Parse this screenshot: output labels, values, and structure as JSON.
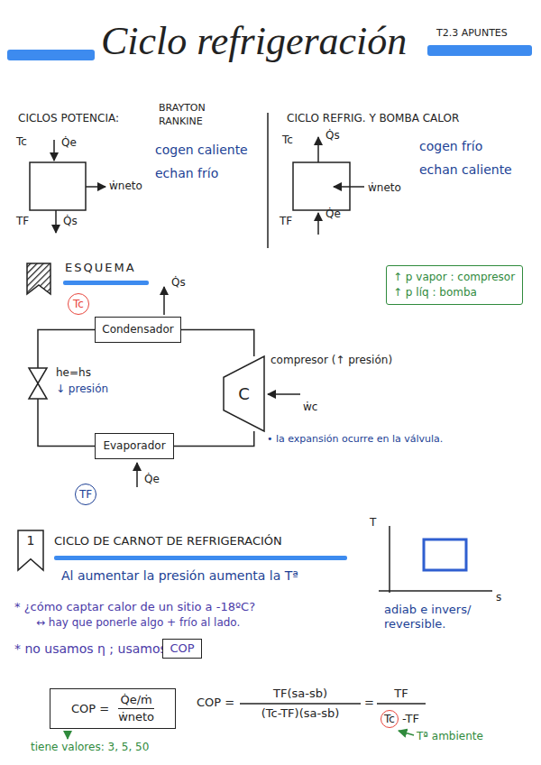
{
  "diagram": {
    "title": "Ciclo refrigeración",
    "nodes": [
      {
        "text": [
          "↑ p vapor : compresor",
          "↑ p líq : bomba"
        ]
      },
      {
        "text": [
          "Tc"
        ]
      },
      {
        "text": [
          "Condensador"
        ]
      },
      {
        "text": [
          "C"
        ]
      },
      {
        "text": [
          "Evaporador"
        ]
      },
      {
        "text": [
          "TF"
        ]
      },
      {
        "text": [
          "1"
        ]
      },
      {
        "text": [
          "COP"
        ]
      },
      {
        "text": [
          "COP =",
          "Q̇e/ṁ",
          "ẇneto"
        ]
      },
      {
        "text": [
          "Tc"
        ]
      }
    ],
    "edges": [
      {
        "from": 3,
        "to": 2,
        "arrow": "none"
      },
      {
        "from": 2,
        "to": 4,
        "arrow": "none"
      },
      {
        "from": 4,
        "to": 3,
        "arrow": "none"
      }
    ],
    "labels": [
      "T2.3 APUNTES",
      "CICLOS POTENCIA:",
      "BRAYTON",
      "RANKINE",
      "Tc",
      "Q̇e",
      "ẇneto",
      "TF",
      "Q̇s",
      "cogen caliente",
      "echan frío",
      "CICLO REFRIG. Y BOMBA CALOR",
      "Tc",
      "Q̇s",
      "ẇneto",
      "TF",
      "Q̇e",
      "cogen frío",
      "echan caliente",
      "ESQUEMA",
      "Q̇s",
      "he=hs",
      "↓ presión",
      "compresor (↑ presión)",
      "ẇc",
      "• la expansión ocurre en la válvula.",
      "Q̇e",
      "CICLO DE CARNOT DE REFRIGERACIÓN",
      "T",
      "s",
      "Al aumentar la presión aumenta la Tª",
      "adiab e invers/ reversible.",
      "* ¿cómo captar calor de un sitio a -18ºC?",
      "↔ hay que ponerle algo + frío al lado.",
      "* no usamos η ; usamos",
      "tiene valores: 3, 5, 50",
      "COP =",
      "TF(sa-sb)",
      "(Tc-TF)(sa-sb)",
      "=",
      "TF",
      "-TF",
      "Tª ambiente"
    ]
  }
}
